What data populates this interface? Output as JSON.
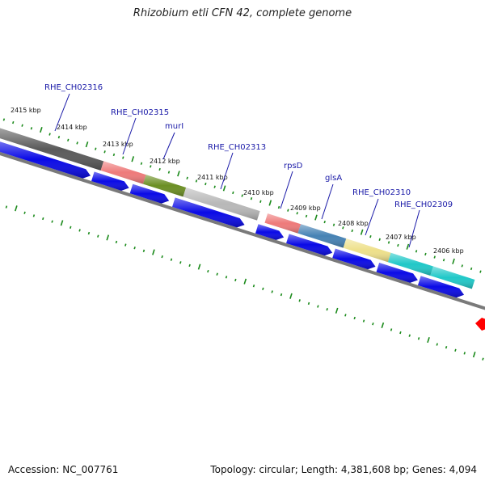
{
  "title": "Rhizobium etli CFN 42, complete genome",
  "footer": {
    "accession": "Accession: NC_007761",
    "topology": "Topology: circular; Length: 4,381,608 bp; Genes: 4,094"
  },
  "colors": {
    "cds_arrow": "#0a0ae6",
    "tick": "#1a8a1a",
    "gene_label": "#1a1aa8",
    "backbone": "#7a7a7a",
    "marker": "#ff0000"
  },
  "kbp_labels": [
    "2415 kbp",
    "2414 kbp",
    "2413 kbp",
    "2412 kbp",
    "2411 kbp",
    "2410 kbp",
    "2409 kbp",
    "2408 kbp",
    "2407 kbp",
    "2406 kbp"
  ],
  "genes": [
    {
      "name": "RHE_CH02316",
      "color": "#5a5a5a"
    },
    {
      "name": "RHE_CH02315",
      "color": "#ee7a7a"
    },
    {
      "name": "murI",
      "color": "#6b8e23"
    },
    {
      "name": "RHE_CH02313",
      "color": "#b8b8b8"
    },
    {
      "name": "rpsD",
      "color": "#ee7a7a"
    },
    {
      "name": "glsA",
      "color": "#4682b4"
    },
    {
      "name": "RHE_CH02310",
      "color": "#eee08a"
    },
    {
      "name": "RHE_CH02309",
      "color": "#20c8c8"
    }
  ]
}
